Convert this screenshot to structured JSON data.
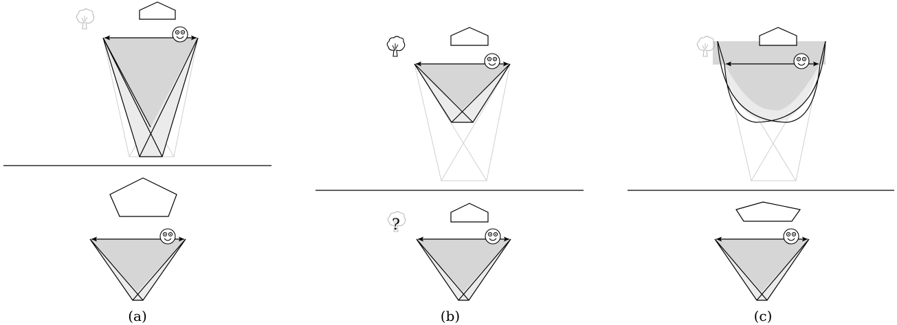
{
  "panels": [
    {
      "caption": "(a)"
    },
    {
      "caption": "(b)",
      "unknown_mark": "?"
    },
    {
      "caption": "(c)"
    }
  ],
  "icons": [
    "tree-icon",
    "smiley-icon",
    "house-icon",
    "pentagon-icon",
    "double-arrow-icon"
  ],
  "colors": {
    "fill": "#d6d6d6",
    "light_fill": "#ebebeb",
    "stroke": "#000000",
    "faint": "#bdbdbd"
  }
}
